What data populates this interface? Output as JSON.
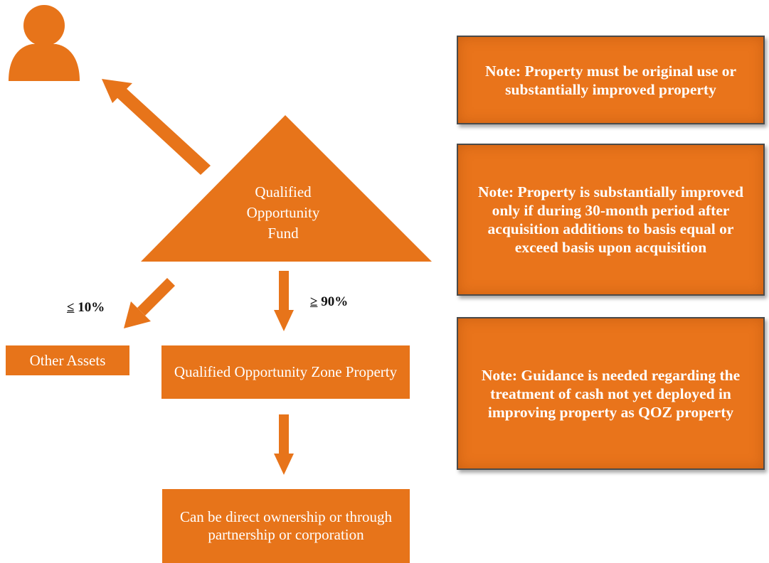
{
  "colors": {
    "accent": "#E7741A",
    "note_border": "#4a4a4a",
    "text_light": "#ffffff",
    "text_dark": "#111111"
  },
  "investor_icon": "person-icon",
  "fund": {
    "label_line1": "Qualified",
    "label_line2": "Opportunity",
    "label_line3": "Fund"
  },
  "allocations": {
    "other": {
      "symbol": "≤",
      "value": "10%"
    },
    "qozp": {
      "symbol": "≥",
      "value": "90%"
    }
  },
  "boxes": {
    "other_assets": "Other Assets",
    "qozp": "Qualified Opportunity Zone Property",
    "ownership": "Can be direct ownership or through partnership or corporation"
  },
  "notes": [
    "Note: Property must be original use or substantially  improved property",
    "Note: Property is substantially improved only if during 30-month period after acquisition additions to basis equal or exceed basis upon acquisition",
    "Note: Guidance is needed regarding the treatment of cash not yet deployed in improving property as QOZ property"
  ]
}
